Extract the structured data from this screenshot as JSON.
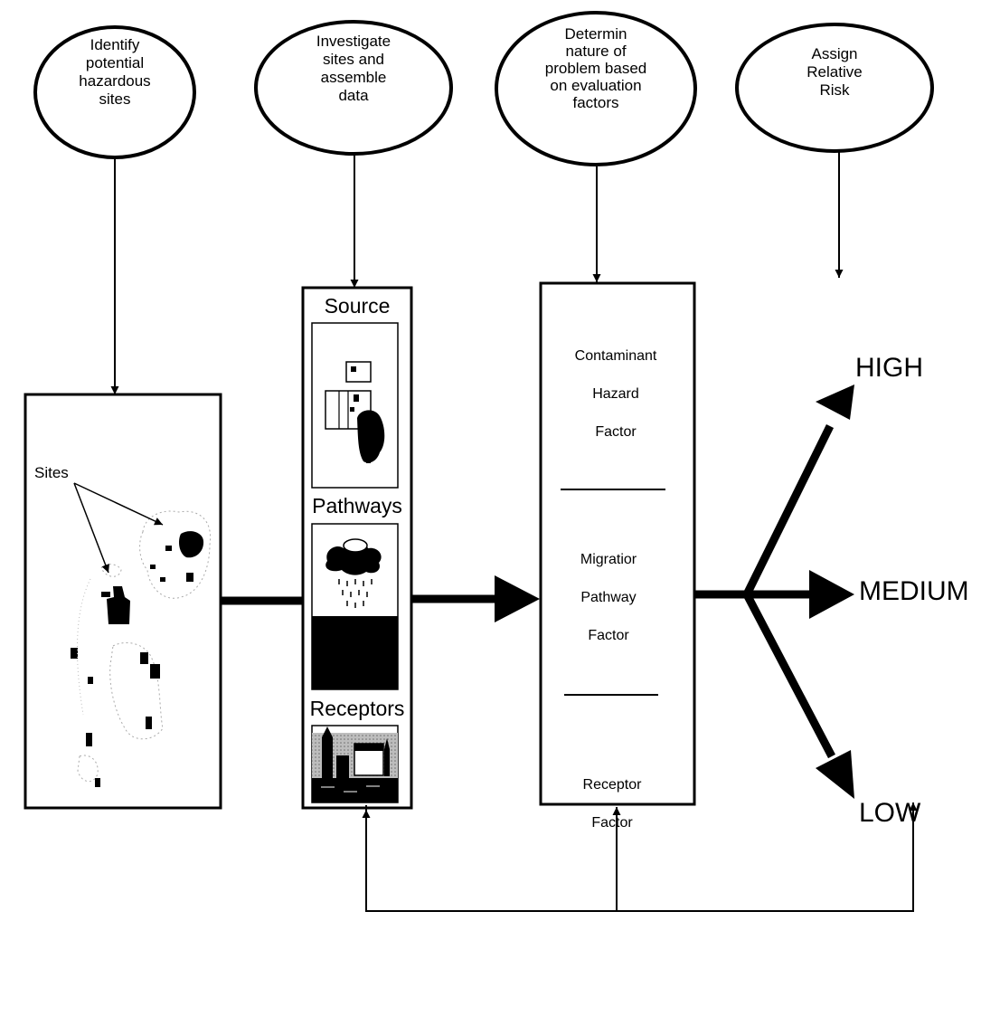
{
  "steps": [
    {
      "text": "Identify\npotential\nhazardous\nsites"
    },
    {
      "text": "Investigate\nsites and\nassemble\ndata"
    },
    {
      "text": "Determin\nnature of\nproblem based\non evaluation\nfactors"
    },
    {
      "text": "Assign\nRelative\nRisk"
    }
  ],
  "map": {
    "sites_label": "Sites"
  },
  "investigation": {
    "source_label": "Source",
    "pathways_label": "Pathways",
    "receptors_label": "Receptors"
  },
  "factors": [
    {
      "text": "Contaminant\nHazard\nFactor"
    },
    {
      "text": "Migratior\nPathway\nFactor"
    },
    {
      "text": "Receptor\nFactor"
    }
  ],
  "risk_levels": {
    "high": "HIGH",
    "medium": "MEDIUM",
    "low": "LOW"
  }
}
